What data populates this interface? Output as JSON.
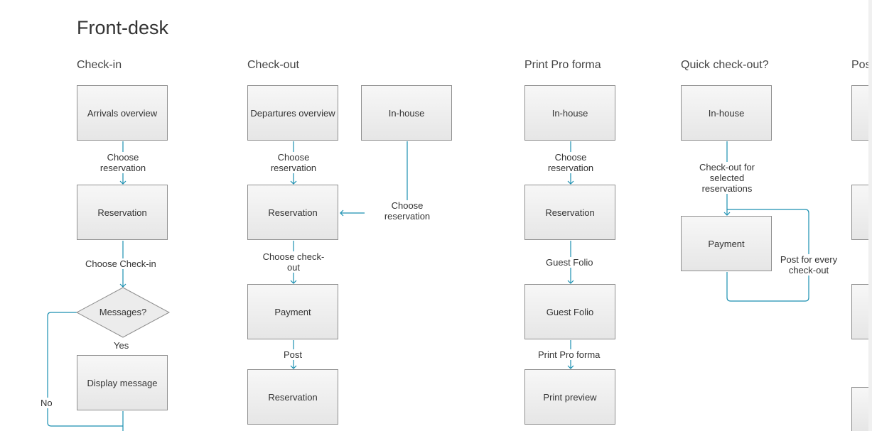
{
  "page": {
    "title": "Front-desk"
  },
  "sections": {
    "checkin": "Check-in",
    "checkout": "Check-out",
    "printproforma": "Print Pro forma",
    "quickcheckout": "Quick check-out?",
    "post": "Post"
  },
  "checkin": {
    "arrivals": "Arrivals overview",
    "choose_reservation": "Choose\nreservation",
    "reservation": "Reservation",
    "choose_checkin": "Choose Check-in",
    "messages": "Messages?",
    "yes": "Yes",
    "display_message": "Display message",
    "no": "No"
  },
  "checkout": {
    "departures": "Departures overview",
    "inhouse": "In-house",
    "choose_reservation": "Choose\nreservation",
    "choose_reservation_2": "Choose\nreservation",
    "reservation": "Reservation",
    "choose_checkout": "Choose check-\nout",
    "payment": "Payment",
    "post": "Post",
    "reservation_2": "Reservation"
  },
  "printproforma": {
    "inhouse": "In-house",
    "choose_reservation": "Choose\nreservation",
    "reservation": "Reservation",
    "guest_folio_label": "Guest Folio",
    "guest_folio": "Guest Folio",
    "print_pro_forma": "Print Pro forma",
    "print_preview": "Print preview"
  },
  "quickcheckout": {
    "inhouse": "In-house",
    "checkout_selected": "Check-out for\nselected\nreservations",
    "payment": "Payment",
    "post_every": "Post for every\ncheck-out"
  },
  "colors": {
    "connector": "#1a8fb0",
    "box_border": "#8f8f8f"
  }
}
